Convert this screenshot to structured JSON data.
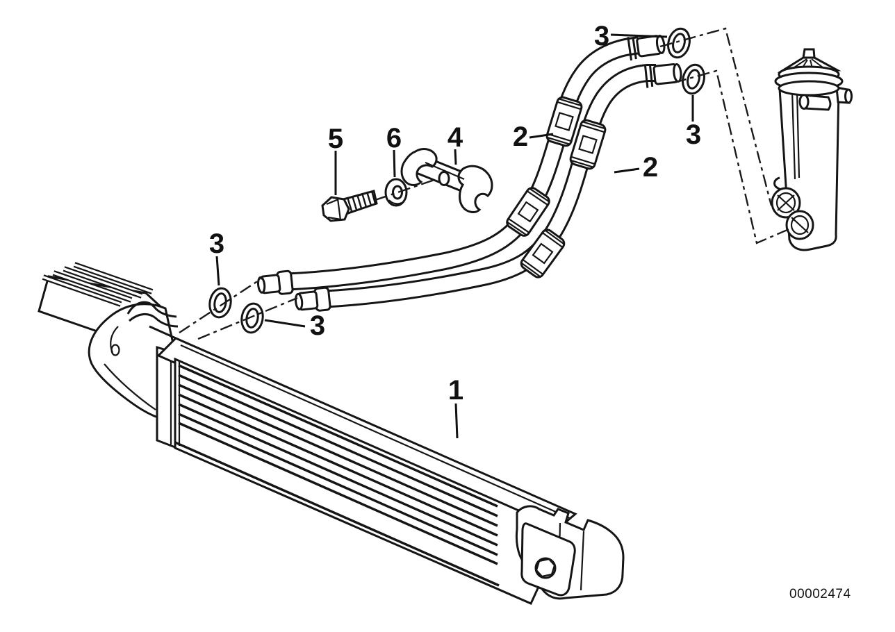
{
  "diagram": {
    "title": "engine-oil-cooling-parts-diagram",
    "drawing_number": "00002474",
    "callouts": {
      "c1": {
        "text": "1",
        "part": "engine-oil-cooler"
      },
      "c2_left": {
        "text": "2",
        "part": "oil-cooling-hose"
      },
      "c2_right": {
        "text": "2",
        "part": "oil-cooling-hose"
      },
      "c3_top": {
        "text": "3",
        "part": "sealing-ring"
      },
      "c3_right": {
        "text": "3",
        "part": "sealing-ring"
      },
      "c3_left": {
        "text": "3",
        "part": "sealing-ring"
      },
      "c3_mid": {
        "text": "3",
        "part": "sealing-ring"
      },
      "c4": {
        "text": "4",
        "part": "hose-holder-clamp"
      },
      "c5": {
        "text": "5",
        "part": "hex-bolt"
      },
      "c6": {
        "text": "6",
        "part": "washer"
      }
    }
  }
}
